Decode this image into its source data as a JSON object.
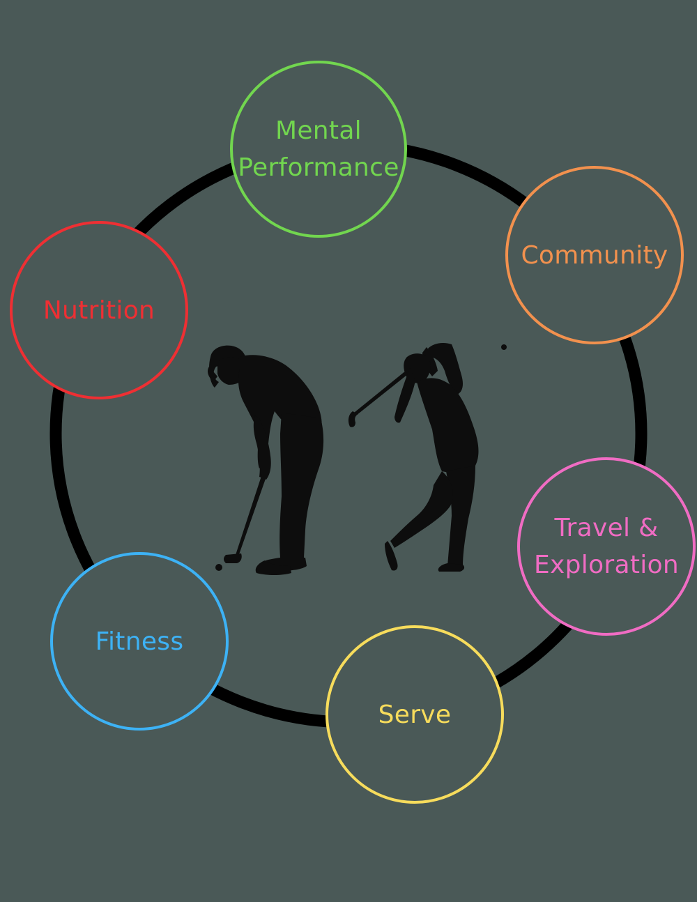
{
  "background_color": "#4a5957",
  "ring_color": "#000000",
  "silhouette_color": "#0d0d0d",
  "figures": [
    {
      "name": "male-golfer-putting-silhouette"
    },
    {
      "name": "female-golfer-swinging-silhouette"
    }
  ],
  "nodes": [
    {
      "id": "mental-performance",
      "label": "Mental\nPerformance",
      "color": "#72d64f"
    },
    {
      "id": "community",
      "label": "Community",
      "color": "#f2914e"
    },
    {
      "id": "travel-exploration",
      "label": "Travel &\nExploration",
      "color": "#f06cc3"
    },
    {
      "id": "serve",
      "label": "Serve",
      "color": "#f7dc5c"
    },
    {
      "id": "fitness",
      "label": "Fitness",
      "color": "#3db2f5"
    },
    {
      "id": "nutrition",
      "label": "Nutrition",
      "color": "#ef2f33"
    }
  ]
}
